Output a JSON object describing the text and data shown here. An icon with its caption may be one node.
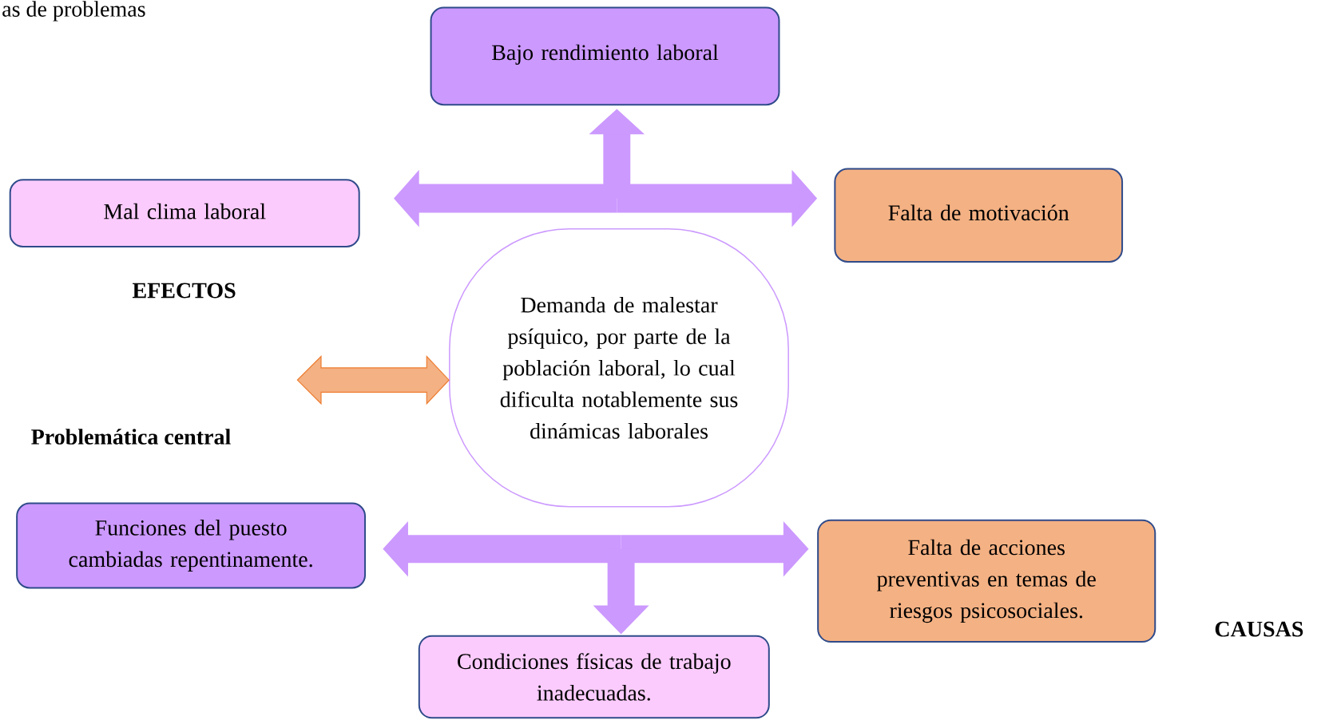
{
  "diagram": {
    "nodes": [
      {
        "text": [
          "Bajo rendimiento laboral"
        ]
      },
      {
        "text": [
          "Mal clima laboral"
        ]
      },
      {
        "text": [
          "Falta de motivación"
        ]
      },
      {
        "text": [
          "Demanda de malestar psíquico, por parte de la población laboral, lo cual dificulta notablemente sus dinámicas laborales"
        ]
      },
      {
        "text": [
          "Funciones del puesto cambiadas repentinamente."
        ]
      },
      {
        "text": [
          "Falta de acciones preventivas en temas de riesgos psicosociales."
        ]
      },
      {
        "text": [
          "Condiciones físicas de trabajo inadecuadas."
        ]
      }
    ],
    "edges": [
      {
        "from": 3,
        "to": 0,
        "arrow": "to"
      },
      {
        "from": 3,
        "to": 1,
        "arrow": "to"
      },
      {
        "from": 3,
        "to": 2,
        "arrow": "to"
      },
      {
        "from": null,
        "to": 3,
        "arrow": "both",
        "color": "#f4b183"
      },
      {
        "from": 3,
        "to": 4,
        "arrow": "to"
      },
      {
        "from": 3,
        "to": 5,
        "arrow": "to"
      },
      {
        "from": 3,
        "to": 6,
        "arrow": "to"
      }
    ],
    "labels": [
      "as de problemas",
      "EFECTOS",
      "Problemática central",
      "CAUSAS"
    ]
  }
}
